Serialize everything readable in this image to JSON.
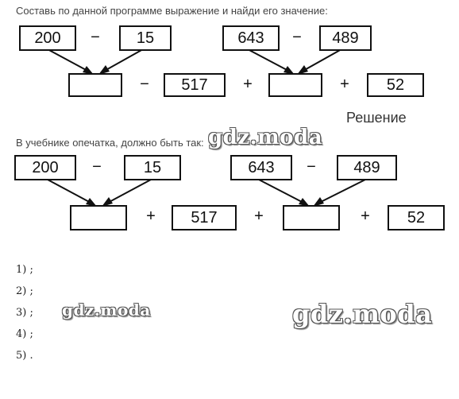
{
  "intro_text": "Составь по данной программе выражение и найди его значение:",
  "diagram_top": {
    "a": "200",
    "op1": "−",
    "b": "15",
    "c": "643",
    "op2": "−",
    "d": "489",
    "result_left": "",
    "op3": "−",
    "mid": "517",
    "op4": "+",
    "result_right": "",
    "op5": "+",
    "end": "52"
  },
  "solution_label": "Решение",
  "correction_text": "В учебнике опечатка, должно быть так:",
  "diagram_bottom": {
    "a": "200",
    "op1": "−",
    "b": "15",
    "c": "643",
    "op2": "−",
    "d": "489",
    "result_left": "",
    "op3": "+",
    "mid": "517",
    "op4": "+",
    "result_right": "",
    "op5": "+",
    "end": "52"
  },
  "steps": [
    "1) ;",
    "2) ;",
    "3) ;",
    "4) ;",
    "5) ."
  ],
  "watermark": "gdz.moda"
}
